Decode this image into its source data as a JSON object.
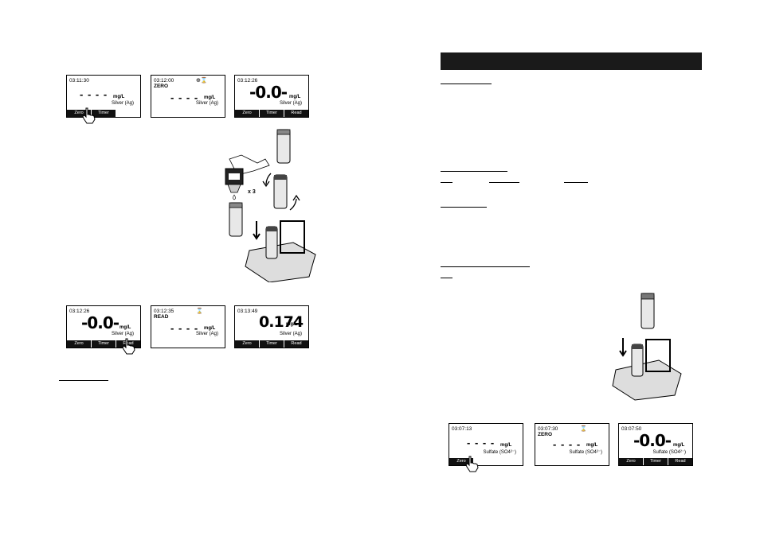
{
  "left_page": {
    "screens_top": [
      {
        "time": "03:11:30",
        "status": "",
        "icon": "",
        "value": "- - - -",
        "unit": "mg/L",
        "method": "Silver (Ag)",
        "softkeys": [
          "Zero",
          "Timer"
        ]
      },
      {
        "time": "03:12:00",
        "status": "ZERO",
        "icon": "lamp-timer",
        "value": "- - - -",
        "unit": "mg/L",
        "method": "Silver (Ag)",
        "softkeys": []
      },
      {
        "time": "03:12:26",
        "status": "",
        "icon": "",
        "value": "-0.0-",
        "unit": "mg/L",
        "method": "Silver (Ag)",
        "softkeys": [
          "Zero",
          "Timer",
          "Read"
        ]
      }
    ],
    "multiplier_label": "x 3",
    "screens_bottom": [
      {
        "time": "03:12:26",
        "status": "",
        "icon": "",
        "value": "-0.0-",
        "unit": "mg/L",
        "method": "Silver (Ag)",
        "softkeys": [
          "Zero",
          "Timer",
          "Read"
        ]
      },
      {
        "time": "03:12:35",
        "status": "READ",
        "icon": "hourglass",
        "value": "- - - -",
        "unit": "mg/L",
        "method": "Silver (Ag)",
        "softkeys": []
      },
      {
        "time": "03:13:49",
        "status": "",
        "icon": "",
        "value": "0.174",
        "unit": "mg/L",
        "method": "Silver (Ag)",
        "softkeys": [
          "Zero",
          "Timer",
          "Read"
        ]
      }
    ]
  },
  "right_page": {
    "header_bar_color": "#1a1a1a",
    "screens_bottom": [
      {
        "time": "03:07:13",
        "status": "",
        "icon": "",
        "value": "- - - -",
        "unit": "mg/L",
        "method": "Sulfate (SO4²⁻)",
        "softkeys": [
          "Zero"
        ]
      },
      {
        "time": "03:07:30",
        "status": "ZERO",
        "icon": "hourglass",
        "value": "- - - -",
        "unit": "mg/L",
        "method": "Sulfate (SO4²⁻)",
        "softkeys": []
      },
      {
        "time": "03:07:50",
        "status": "",
        "icon": "",
        "value": "-0.0-",
        "unit": "mg/L",
        "method": "Sulfate (SO4²⁻)",
        "softkeys": [
          "Zero",
          "Timer",
          "Read"
        ]
      }
    ]
  },
  "glyphs": {
    "hourglass": "⌛",
    "lamp": "⊕"
  }
}
